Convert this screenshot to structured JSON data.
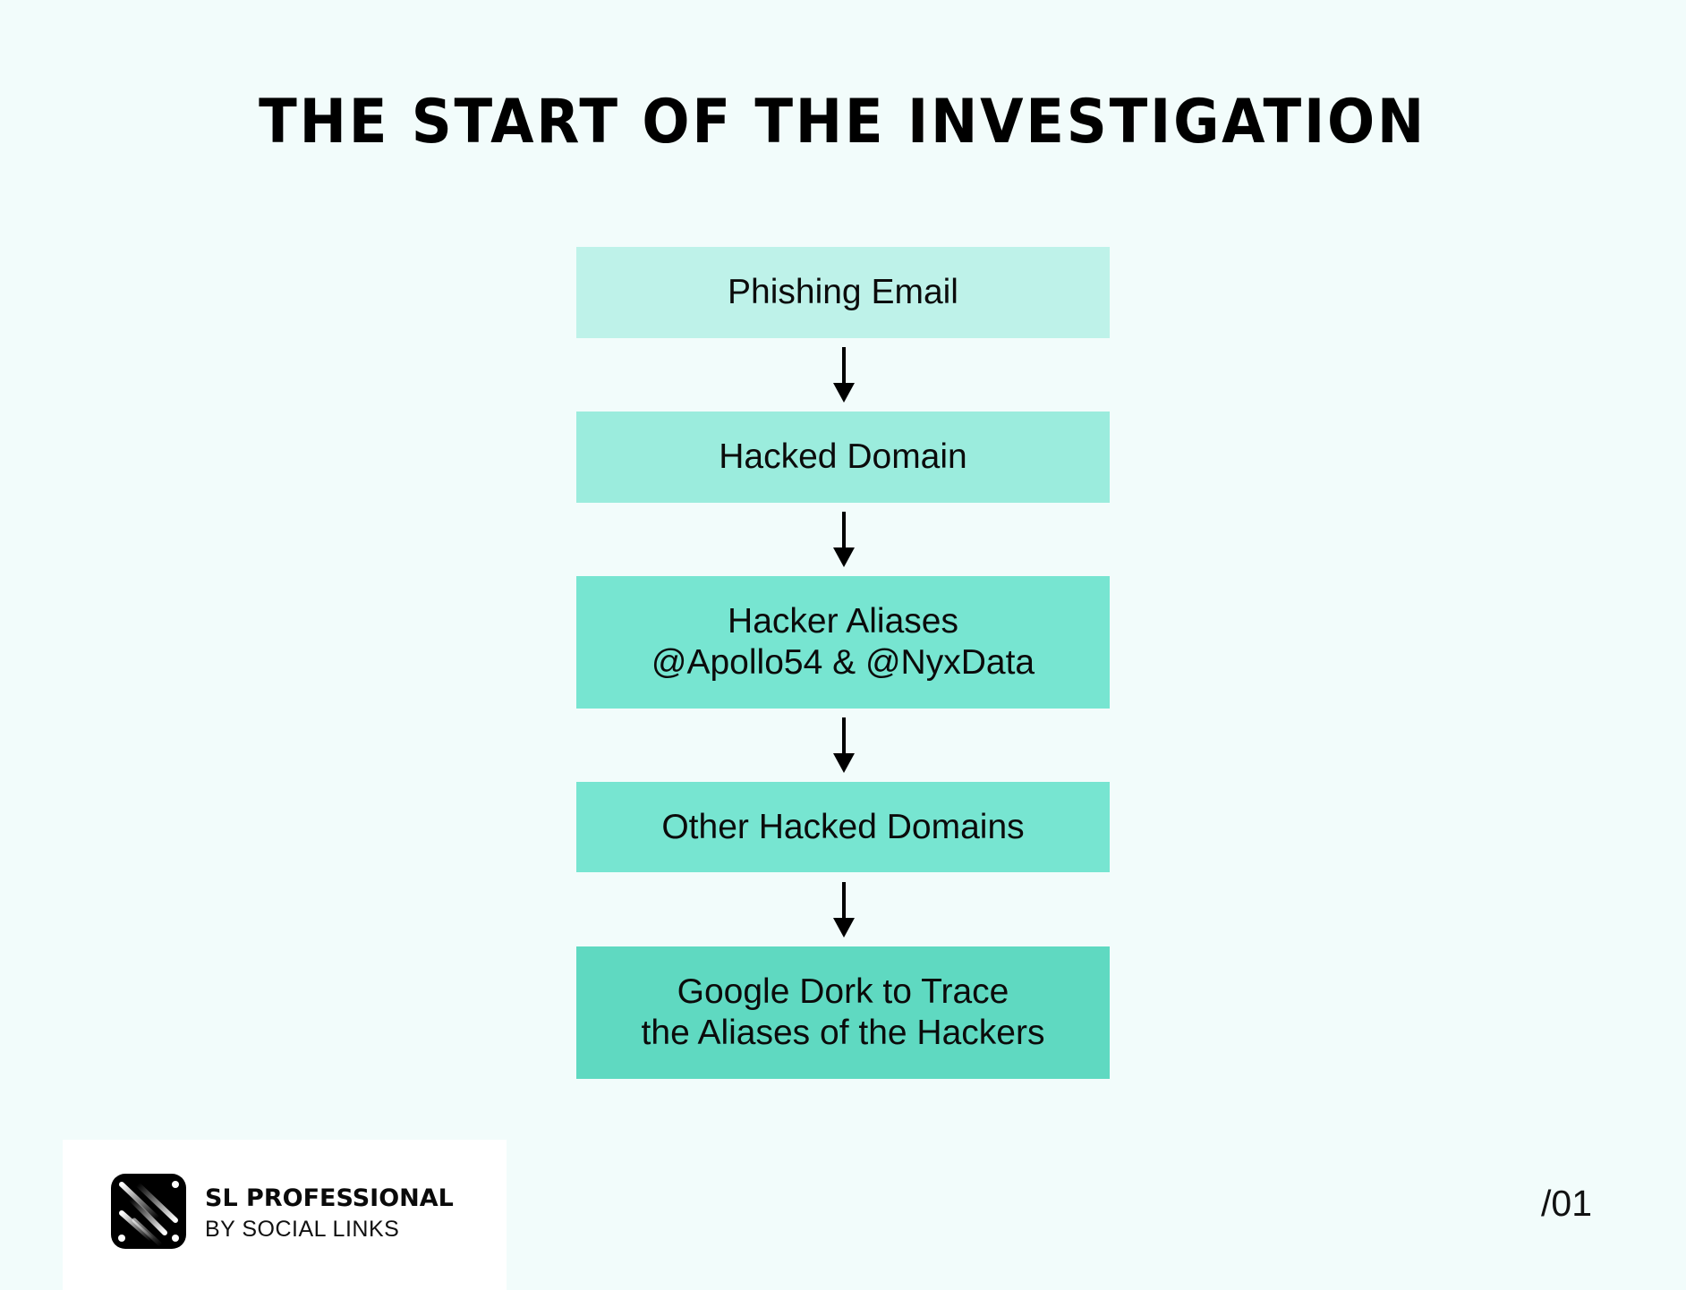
{
  "title": "THE START OF THE INVESTIGATION",
  "flowchart": {
    "steps": [
      {
        "lines": [
          "Phishing Email"
        ],
        "color": "#BEF2E9"
      },
      {
        "lines": [
          "Hacked Domain"
        ],
        "color": "#9BECDD"
      },
      {
        "lines": [
          "Hacker Aliases",
          "@Apollo54 & @NyxData"
        ],
        "color": "#77E5D1"
      },
      {
        "lines": [
          "Other Hacked Domains"
        ],
        "color": "#77E5D1"
      },
      {
        "lines": [
          "Google Dork to Trace",
          "the Aliases of the Hackers"
        ],
        "color": "#5FD9C1"
      }
    ],
    "connector": "down-arrow",
    "arrow_color": "#000000"
  },
  "branding": {
    "name": "SL PROFESSIONAL",
    "subtitle": "BY SOCIAL LINKS",
    "icon": "sl-logo-icon"
  },
  "page_number": "/01",
  "colors": {
    "background": "#F2FCFB",
    "card": "#FFFFFF",
    "text": "#000000"
  }
}
